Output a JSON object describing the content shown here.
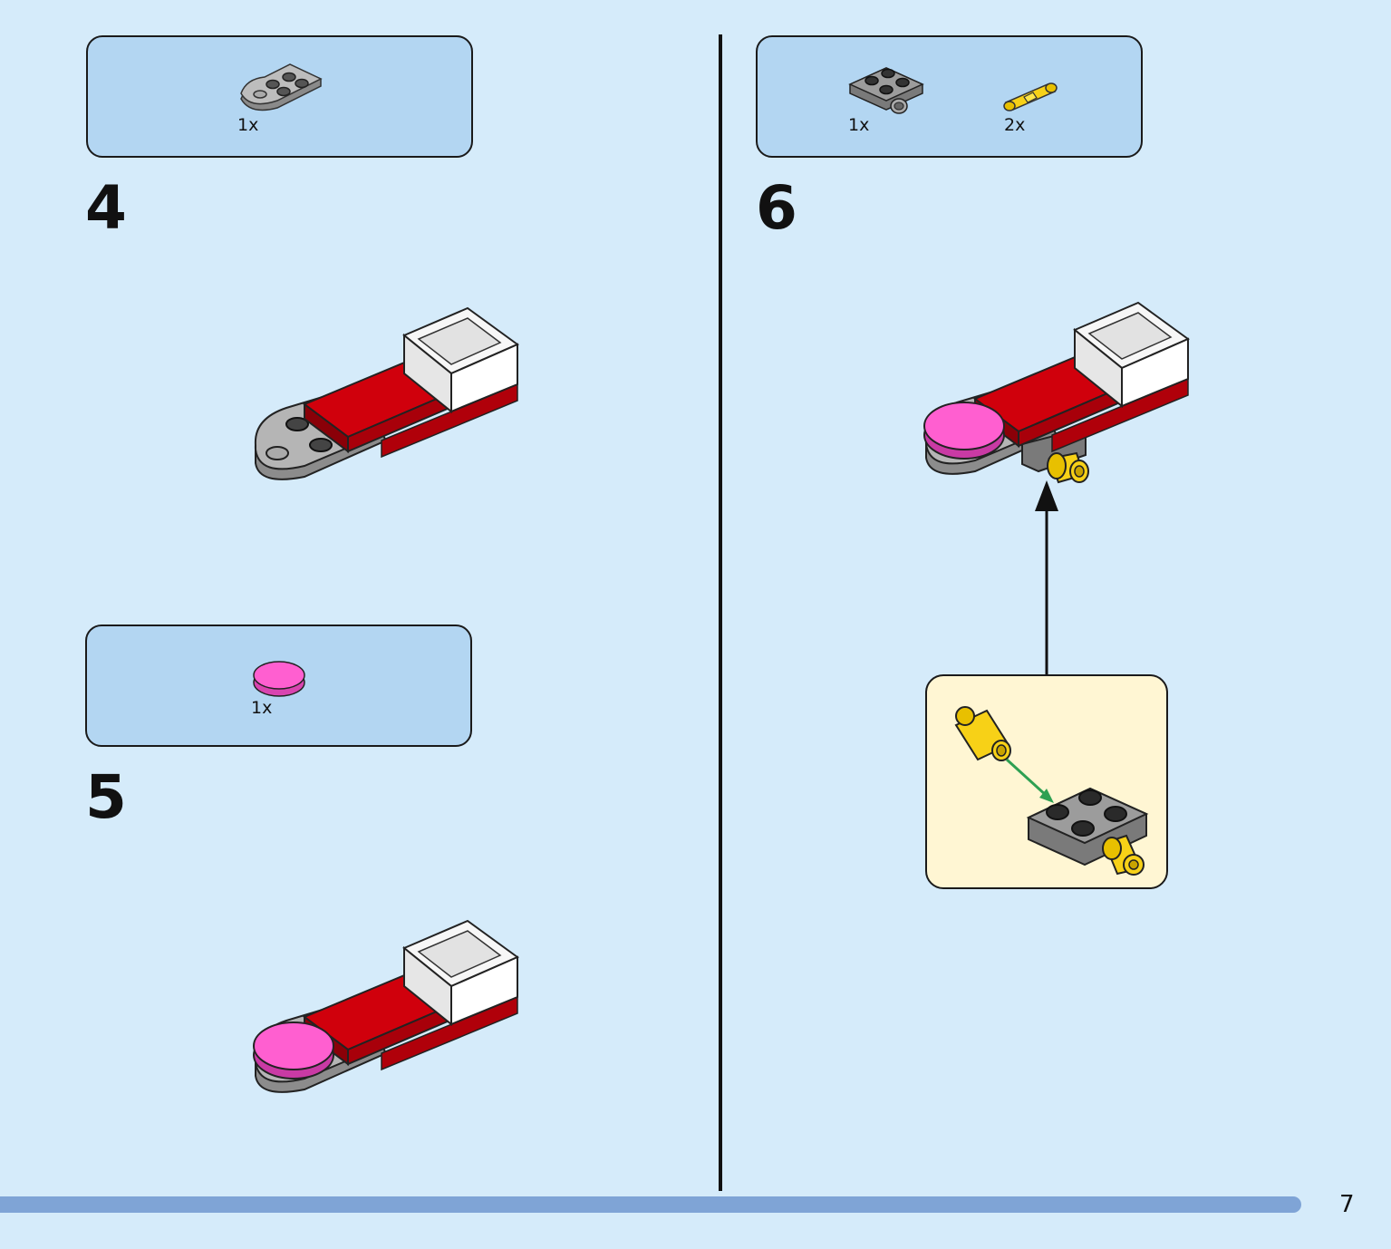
{
  "page": {
    "number": "7"
  },
  "steps": [
    {
      "number": "4",
      "parts": [
        {
          "qty": "1x",
          "icon": "gray-round-plate-icon"
        }
      ]
    },
    {
      "number": "5",
      "parts": [
        {
          "qty": "1x",
          "icon": "pink-round-tile-icon"
        }
      ]
    },
    {
      "number": "6",
      "parts": [
        {
          "qty": "1x",
          "icon": "dark-gray-pin-plate-icon"
        },
        {
          "qty": "2x",
          "icon": "yellow-pin-icon"
        }
      ]
    }
  ],
  "colors": {
    "background": "#d5ebfa",
    "parts_box": "#b3d6f2",
    "callout": "#fff6d3",
    "red": "#c8000a",
    "pink": "#ff5fd0",
    "gray": "#a3a3a3",
    "yellow": "#f7d117",
    "progress_bar": "#7fa4d6"
  }
}
